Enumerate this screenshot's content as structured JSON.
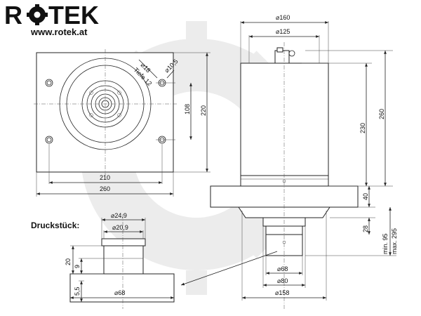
{
  "brand": {
    "name": "ROTEK",
    "url": "www.rotek.at"
  },
  "plan_view": {
    "hole_dia": "⌀18",
    "hole_depth": "Tiefe 12",
    "bolt_dia": "⌀10,5",
    "dim_108": "108",
    "dim_220": "220",
    "dim_210": "210",
    "dim_260": "260"
  },
  "side_view": {
    "dia_160": "⌀160",
    "dia_125": "⌀125",
    "dim_230": "230",
    "dim_260": "260",
    "dim_40": "40",
    "dim_28": "28",
    "dim_min": "min. 95",
    "dim_max": "max. 295",
    "dia_68": "⌀68",
    "dia_80": "⌀80",
    "dia_158": "⌀158"
  },
  "pressure_piece": {
    "title": "Druckstück:",
    "dia_249": "⌀24,9",
    "dia_209": "⌀20,9",
    "dim_20": "20",
    "dim_9": "9",
    "dim_55": "5,5",
    "dia_68": "⌀68"
  },
  "colors": {
    "line": "#222222",
    "watermark": "#ececec"
  }
}
